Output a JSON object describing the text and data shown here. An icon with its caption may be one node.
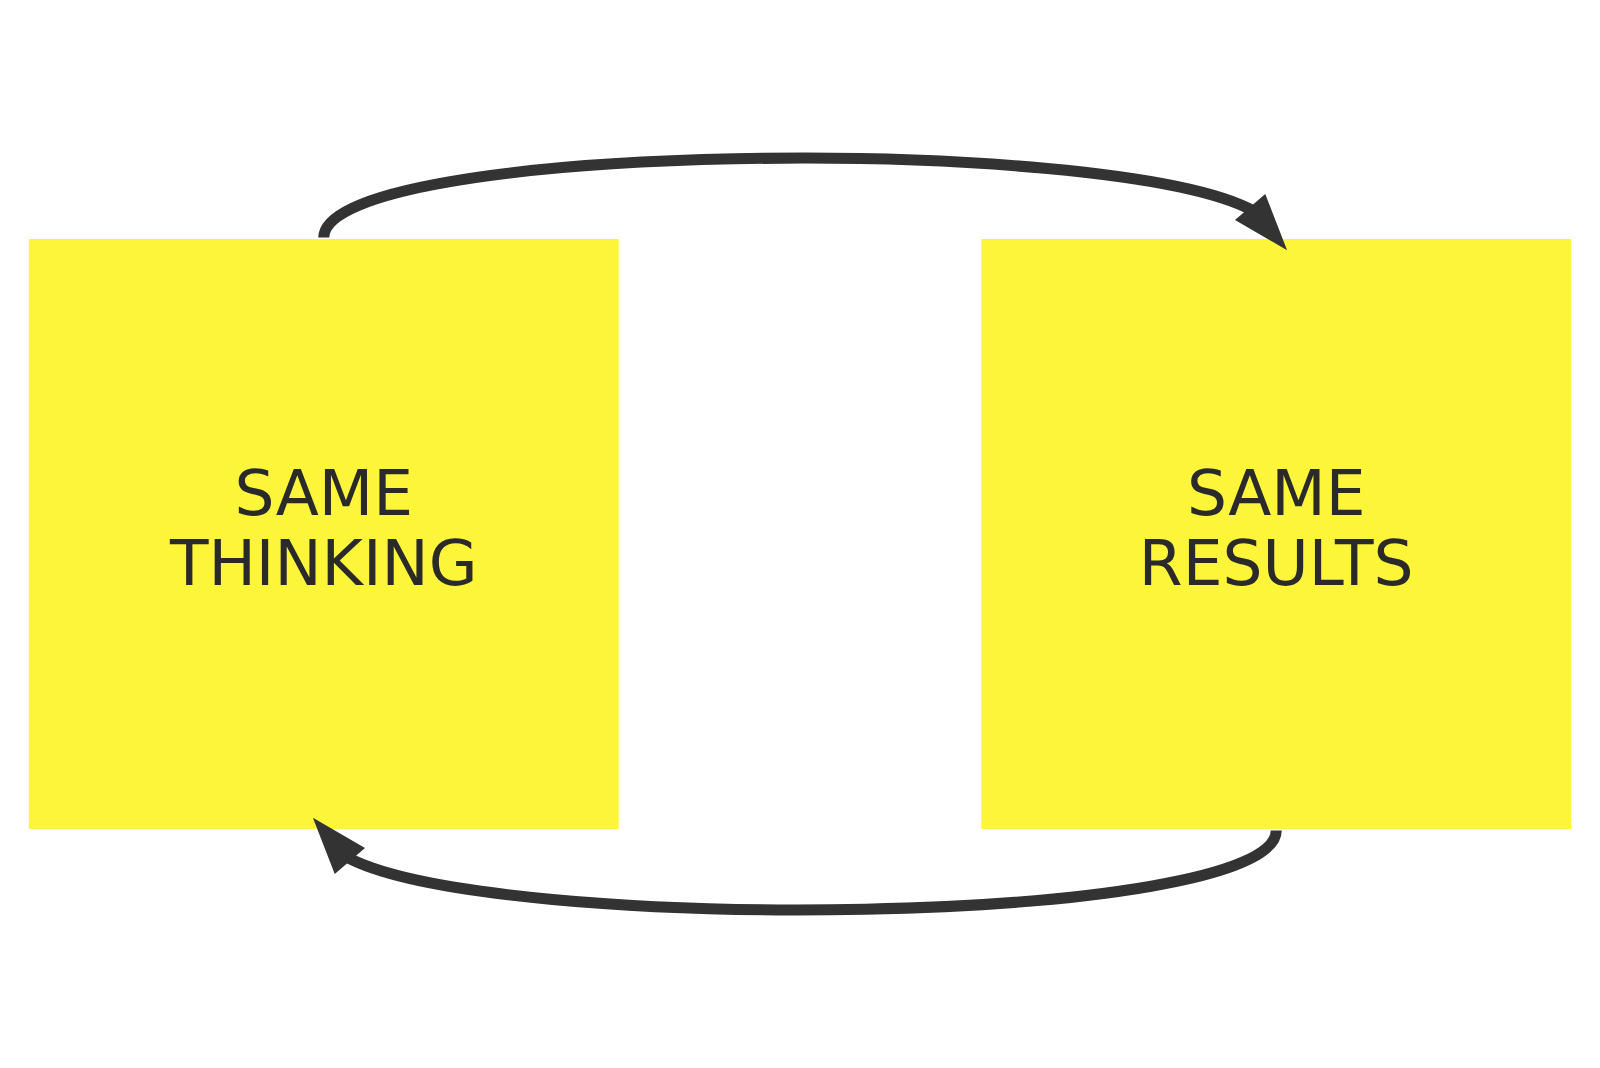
{
  "diagram": {
    "nodes": [
      {
        "text": [
          "SAME THINKING"
        ]
      },
      {
        "text": [
          "SAME RESULTS"
        ]
      }
    ],
    "edges": [
      {
        "from": 0,
        "to": 1,
        "arrow": "to"
      },
      {
        "from": 1,
        "to": 0,
        "arrow": "to"
      }
    ]
  }
}
